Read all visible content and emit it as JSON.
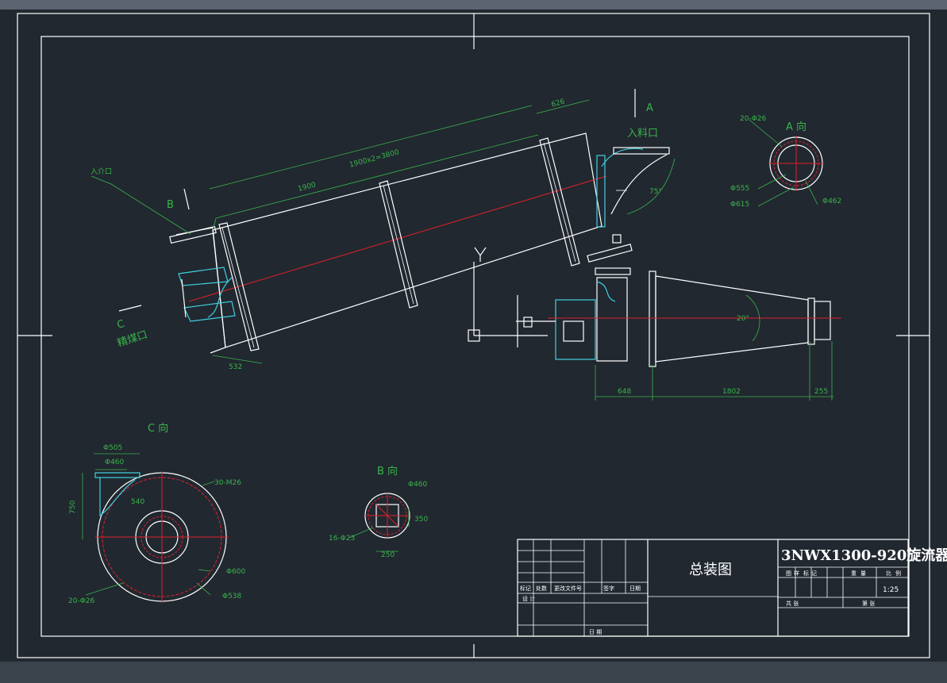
{
  "drawing": {
    "labels": {
      "inlet_feed": "入料口",
      "arrow_a": "A",
      "arrow_b": "B",
      "arrow_c": "C",
      "inlet_medium": "入介口",
      "clean_coal": "精煤口",
      "axis_y": "Y",
      "view_a": "A 向",
      "view_b": "B 向",
      "view_c": "C 向"
    },
    "dims": {
      "d_626": "626",
      "d_1900x2": "1900x2=3800",
      "d_1900": "1900",
      "d_532": "532",
      "d_648": "648",
      "d_1802": "1802",
      "d_255": "255",
      "ang_75": "75°",
      "ang_20": "20°",
      "a_holes": "20-Φ26",
      "a_d555": "Φ555",
      "a_d615": "Φ615",
      "a_d462": "Φ462",
      "b_d460": "Φ460",
      "b_350": "350",
      "b_250": "250",
      "b_holes": "16-Φ23",
      "c_d505": "Φ505",
      "c_d460": "Φ460",
      "c_750": "750",
      "c_540": "540",
      "c_m26": "30-M26",
      "c_d600": "Φ600",
      "c_d538": "Φ538",
      "c_holes": "20-Φ26"
    }
  },
  "title_block": {
    "drawing_name": "总装图",
    "product_name": "3NWX1300-920旋流器",
    "scale": "1:25",
    "headers": [
      "图",
      "样",
      "标",
      "记",
      "重",
      "量",
      "比",
      "例"
    ],
    "row_labels": [
      "标记",
      "处数",
      "更改文件号",
      "签字",
      "日期"
    ],
    "design": "设 计",
    "date": "日 期",
    "sheet": "共  张",
    "page": "第  张"
  },
  "colors": {
    "background": "#212830",
    "line": "#ffffff",
    "dimension": "#39b54a",
    "centerline": "#e0202a",
    "section": "#40d0e0"
  }
}
